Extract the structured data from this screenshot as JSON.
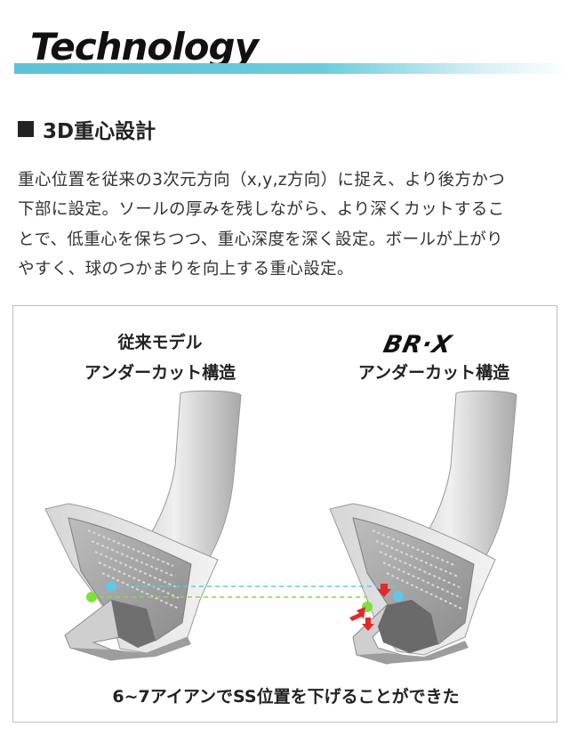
{
  "header": {
    "title": "Technology",
    "accent_color": "#5cc3d6"
  },
  "section": {
    "title": "3D重心設計",
    "icon": "square-bullet-icon",
    "description_lines": [
      "重心位置を従来の3次元方向（x,y,z方向）に捉え、より後方かつ",
      "下部に設定。ソールの厚みを残しながら、より深くカットするこ",
      "とで、低重心を保ちつつ、重心深度を深く設定。ボールが上がり",
      "やすく、球のつかまりを向上する重心設定。"
    ]
  },
  "figure": {
    "left_label_1": "従来モデル",
    "left_label_2": "アンダーカット構造",
    "right_logo_text": "BR·X",
    "right_label_2": "アンダーカット構造",
    "caption": "6~7アイアンでSS位置を下げることができた",
    "colors": {
      "blue_marker": "#5ec8e8",
      "green_marker": "#7fe03a",
      "red_arrow": "#e02a2a",
      "club_light": "#e4e4e4",
      "club_dark": "#8a8a8a"
    }
  }
}
